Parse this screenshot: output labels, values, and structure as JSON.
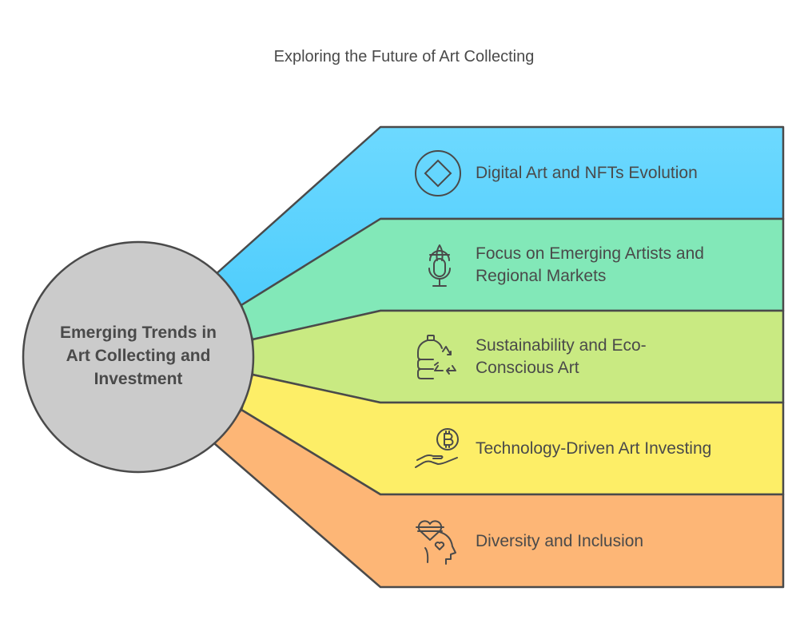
{
  "title": "Exploring the Future of Art Collecting",
  "center": {
    "label": "Emerging Trends in Art Collecting and Investment",
    "fill": "#cbcbcb"
  },
  "branches": [
    {
      "label": "Digital Art and NFTs Evolution",
      "icon": "diamond-circle-icon",
      "fill": "#6dd9ff"
    },
    {
      "label": "Focus on Emerging Artists and Regional Markets",
      "icon": "globe-microphone-icon",
      "fill": "#82e8b8"
    },
    {
      "label": "Sustainability and Eco-Conscious Art",
      "icon": "bottle-recycle-icon",
      "fill": "#c9ea82"
    },
    {
      "label": "Technology-Driven Art Investing",
      "icon": "bitcoin-hand-icon",
      "fill": "#fdee67"
    },
    {
      "label": "Diversity and Inclusion",
      "icon": "heart-head-icon",
      "fill": "#fdb676"
    }
  ],
  "stroke": "#4a4a4a"
}
